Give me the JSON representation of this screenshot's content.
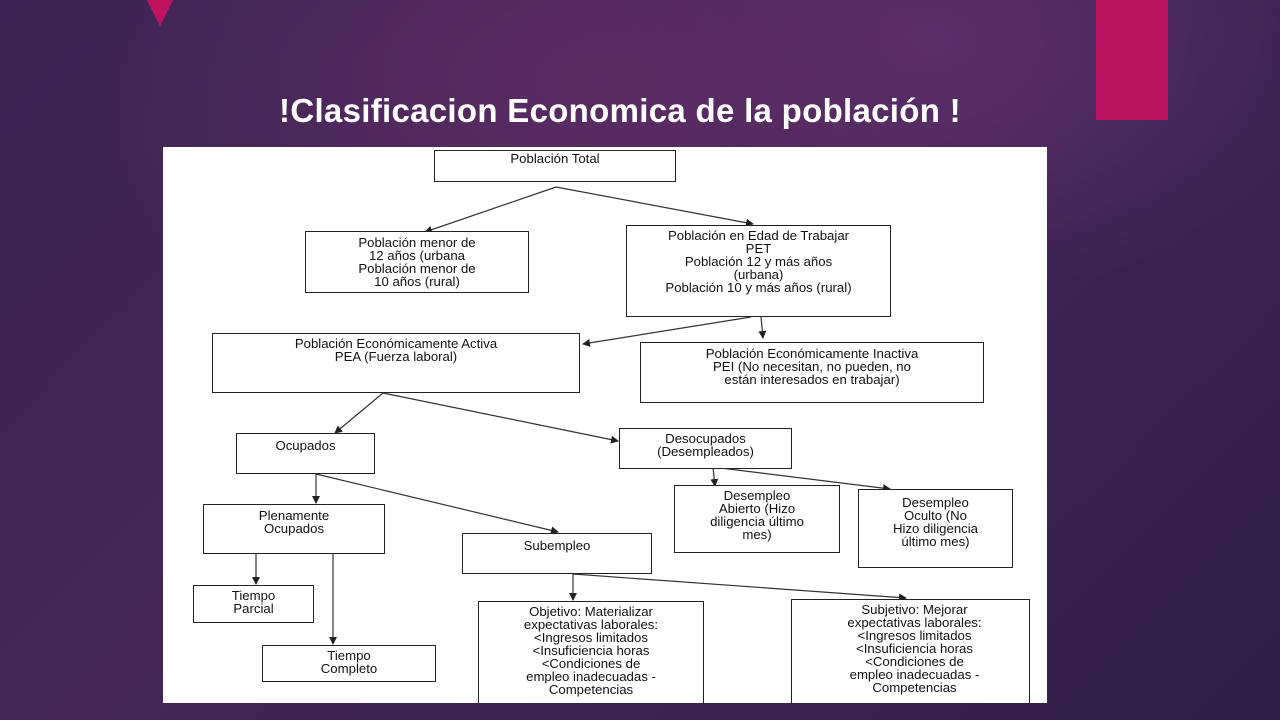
{
  "slide": {
    "title": "!Clasificacion Economica de la población !",
    "accent_color": "#b8135f",
    "bullet_icon": "triangle-arrow-icon"
  },
  "diagram": {
    "nodes": {
      "total": "Población Total",
      "menor": "Población menor de\n12 años (urbana\nPoblación menor de\n10 años (rural)",
      "pet": "Población en Edad de Trabajar\nPET\nPoblación 12 y más años\n(urbana)\nPoblación 10 y más años (rural)",
      "pea": "Población Económicamente Activa\nPEA (Fuerza laboral)",
      "pei": "Población Económicamente Inactiva\nPEI (No necesitan, no pueden, no\nestán interesados en trabajar)",
      "ocupados": "Ocupados",
      "desocupados": "Desocupados\n(Desempleados)",
      "plenamente": "Plenamente\nOcupados",
      "subempleo": "Subempleo",
      "abierto": "Desempleo\nAbierto (Hizo\ndiligencia último\nmes)",
      "oculto": "Desempleo\nOculto (No\nHizo diligencia\núltimo mes)",
      "parcial": "Tiempo\nParcial",
      "completo": "Tiempo\nCompleto",
      "objetivo": "Objetivo: Materializar\nexpectativas laborales:\n<Ingresos limitados\n<Insuficiencia horas\n<Condiciones de\nempleo inadecuadas -\nCompetencias",
      "subjetivo": "Subjetivo: Mejorar\nexpectativas laborales:\n<Ingresos limitados\n<Insuficiencia horas\n<Condiciones de\nempleo inadecuadas -\nCompetencias"
    }
  }
}
